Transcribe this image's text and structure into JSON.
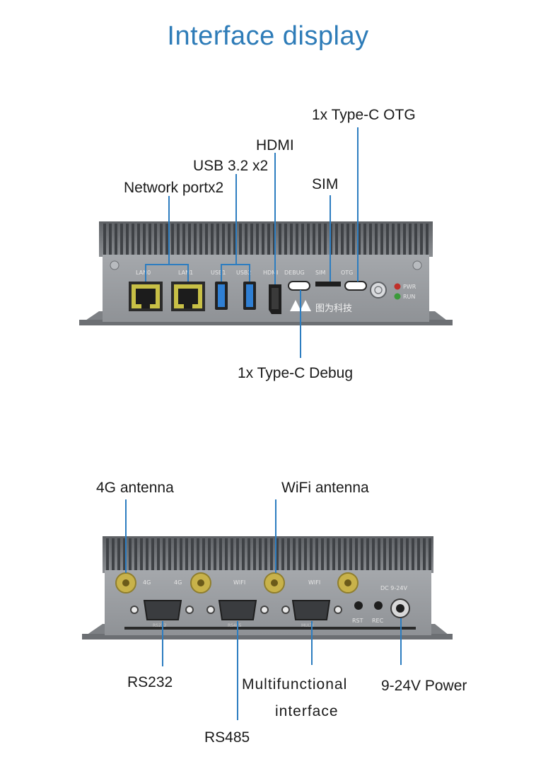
{
  "title": "Interface display",
  "front": {
    "labels": {
      "otg": "1x Type-C OTG",
      "hdmi": "HDMI",
      "usb": "USB 3.2 x2",
      "sim": "SIM",
      "network": "Network portx2",
      "debug": "1x Type-C Debug"
    },
    "panel_text": {
      "lan0": "LAN0",
      "lan1": "LAN1",
      "usb1": "USB1",
      "usb2": "USB2",
      "hdmi": "HDMI",
      "debug": "DEBUG",
      "sim": "SIM",
      "otg": "OTG",
      "pwr": "PWR",
      "run": "RUN",
      "brand": "图为科技"
    }
  },
  "back": {
    "labels": {
      "antenna_4g": "4G antenna",
      "antenna_wifi": "WiFi antenna",
      "rs232": "RS232",
      "rs485": "RS485",
      "multifunctional_1": "Multifunctional",
      "multifunctional_2": "interface",
      "power": "9-24V Power"
    },
    "panel_text": {
      "a1": "4G",
      "a2": "4G",
      "a3": "WIFI",
      "a4": "WIFI",
      "dc": "DC 9-24V",
      "rst": "RST",
      "rec": "REC",
      "com1": "RS232",
      "com2": "RS485",
      "com3": "MULTI"
    }
  },
  "colors": {
    "title": "#2e7cb8",
    "leader": "#2d7dc0",
    "chassis": "#8c8f93",
    "panel": "#9a9da1",
    "fins": "#6f7276"
  }
}
